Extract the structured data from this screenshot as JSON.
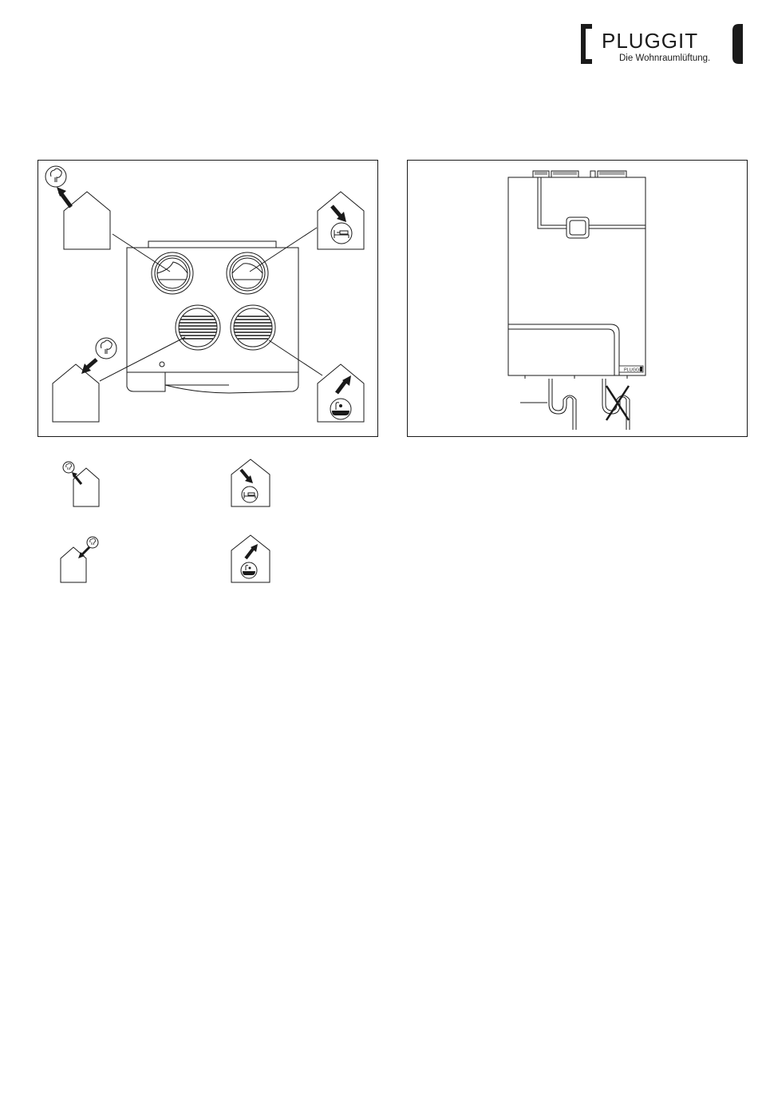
{
  "logo": {
    "name": "PLUGGIT",
    "tagline": "Die Wohnraumlüftung."
  },
  "device_label": "PLUGGIT"
}
